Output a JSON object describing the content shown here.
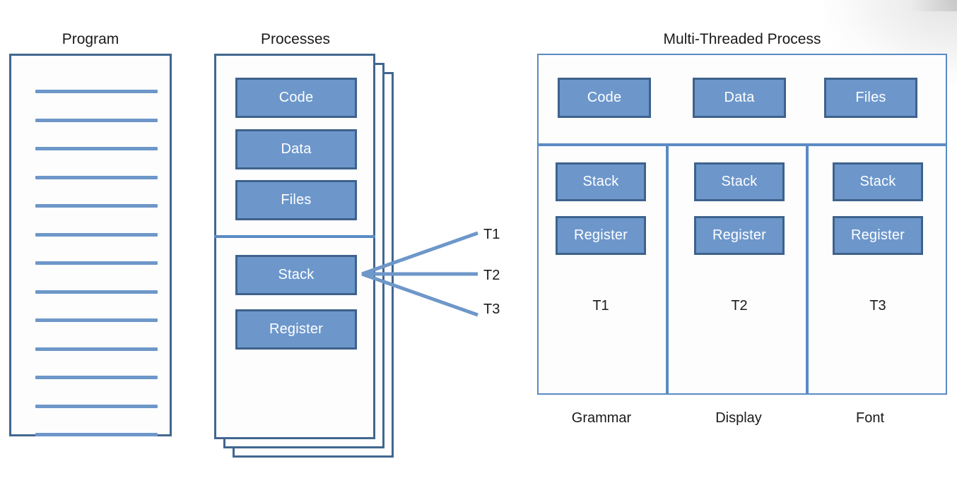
{
  "palette": {
    "box_fill": "#6D97CB",
    "box_border": "#3E628C",
    "frame_border": "#41678F",
    "divider": "#5A8BC4",
    "line": "#6E97C9",
    "text_dark": "#1a1a1a",
    "box_text": "#ffffff",
    "background": "#ffffff"
  },
  "program": {
    "title": "Program",
    "code_line_count": 13
  },
  "processes": {
    "title": "Processes",
    "stack_sheets": 3,
    "upper_boxes": [
      "Code",
      "Data",
      "Files"
    ],
    "lower_boxes": [
      "Stack",
      "Register"
    ]
  },
  "threads": {
    "labels": [
      "T1",
      "T2",
      "T3"
    ]
  },
  "multithreaded": {
    "title": "Multi-Threaded Process",
    "shared_boxes": [
      "Code",
      "Data",
      "Files"
    ],
    "columns": [
      {
        "boxes": [
          "Stack",
          "Register"
        ],
        "thread": "T1",
        "caption": "Grammar"
      },
      {
        "boxes": [
          "Stack",
          "Register"
        ],
        "thread": "T2",
        "caption": "Display"
      },
      {
        "boxes": [
          "Stack",
          "Register"
        ],
        "thread": "T3",
        "caption": "Font"
      }
    ]
  }
}
